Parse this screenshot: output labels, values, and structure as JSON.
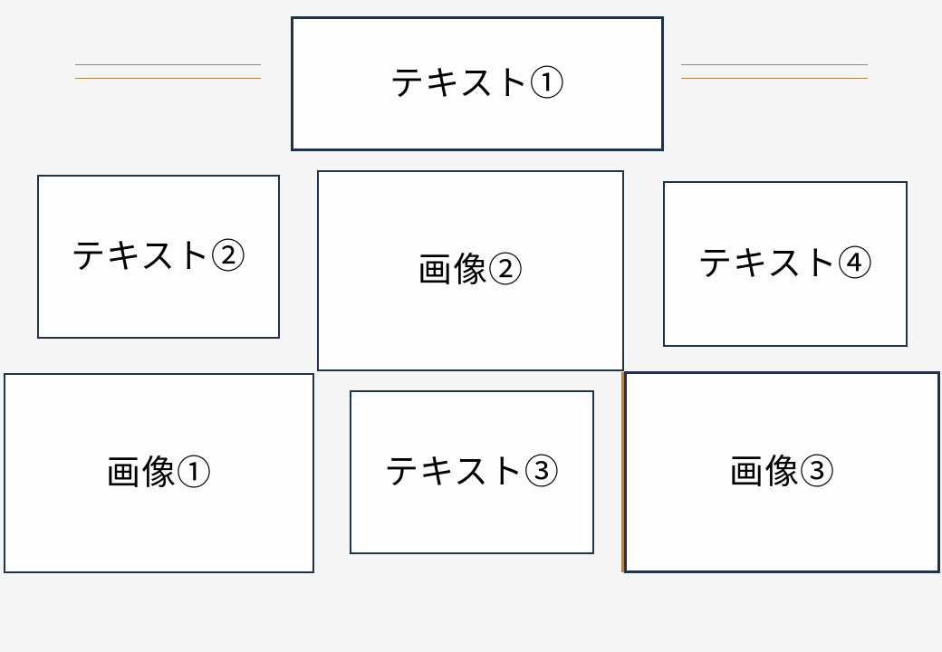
{
  "canvas": {
    "type": "slide-layout-wireframe",
    "background_color": "#f5f5f6"
  },
  "colors": {
    "box_border": "#203348",
    "box_fill": "#fdfdfd",
    "accent_line": "#b2834f",
    "label_text": "#000000"
  },
  "boxes": {
    "text1": {
      "label": "テキスト①"
    },
    "text2": {
      "label": "テキスト②"
    },
    "image2": {
      "label": "画像②"
    },
    "text4": {
      "label": "テキスト④"
    },
    "image1": {
      "label": "画像①"
    },
    "text3": {
      "label": "テキスト③"
    },
    "image3": {
      "label": "画像③"
    }
  },
  "decorations": {
    "left_double_line": "double-horizontal-rule",
    "right_double_line": "double-horizontal-rule",
    "image3_accent": "vertical-accent-line"
  }
}
